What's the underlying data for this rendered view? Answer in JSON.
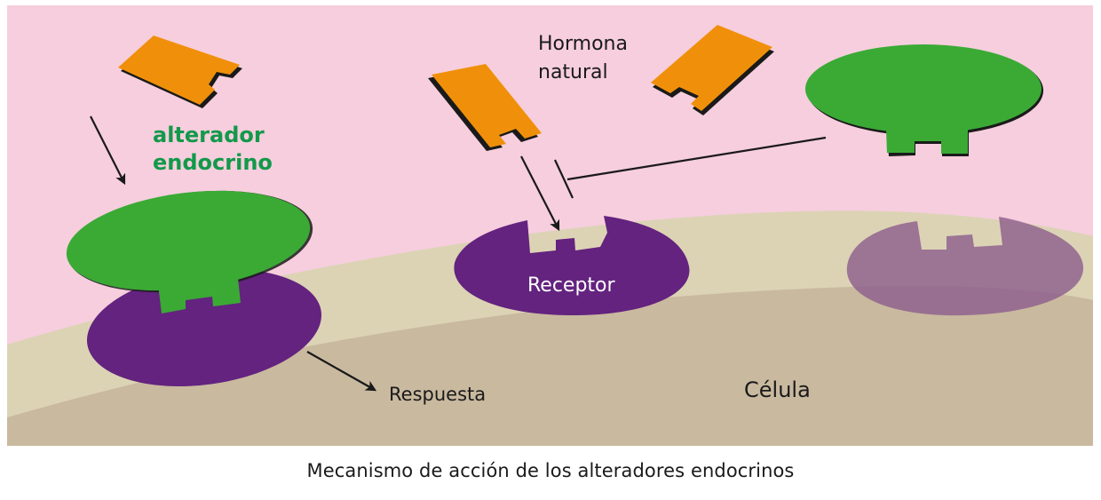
{
  "labels": {
    "endocrine_disruptor_line1": "alterador",
    "endocrine_disruptor_line2": "endocrino",
    "natural_hormone_line1": "Hormona",
    "natural_hormone_line2": "natural",
    "receptor": "Receptor",
    "response": "Respuesta",
    "cell": "Célula"
  },
  "caption": "Mecanismo de acción de los alteradores endocrinos",
  "colors": {
    "extracellular": "#f6cedd",
    "membrane": "#dcd3b5",
    "cytoplasm": "#c9b99f",
    "hormone": "#f0900a",
    "disruptor": "#3aaa35",
    "receptor": "#63237f",
    "receptor_faded": "#9d7a99",
    "disruptor_text": "#12994a",
    "ink": "#1a1a1a"
  }
}
